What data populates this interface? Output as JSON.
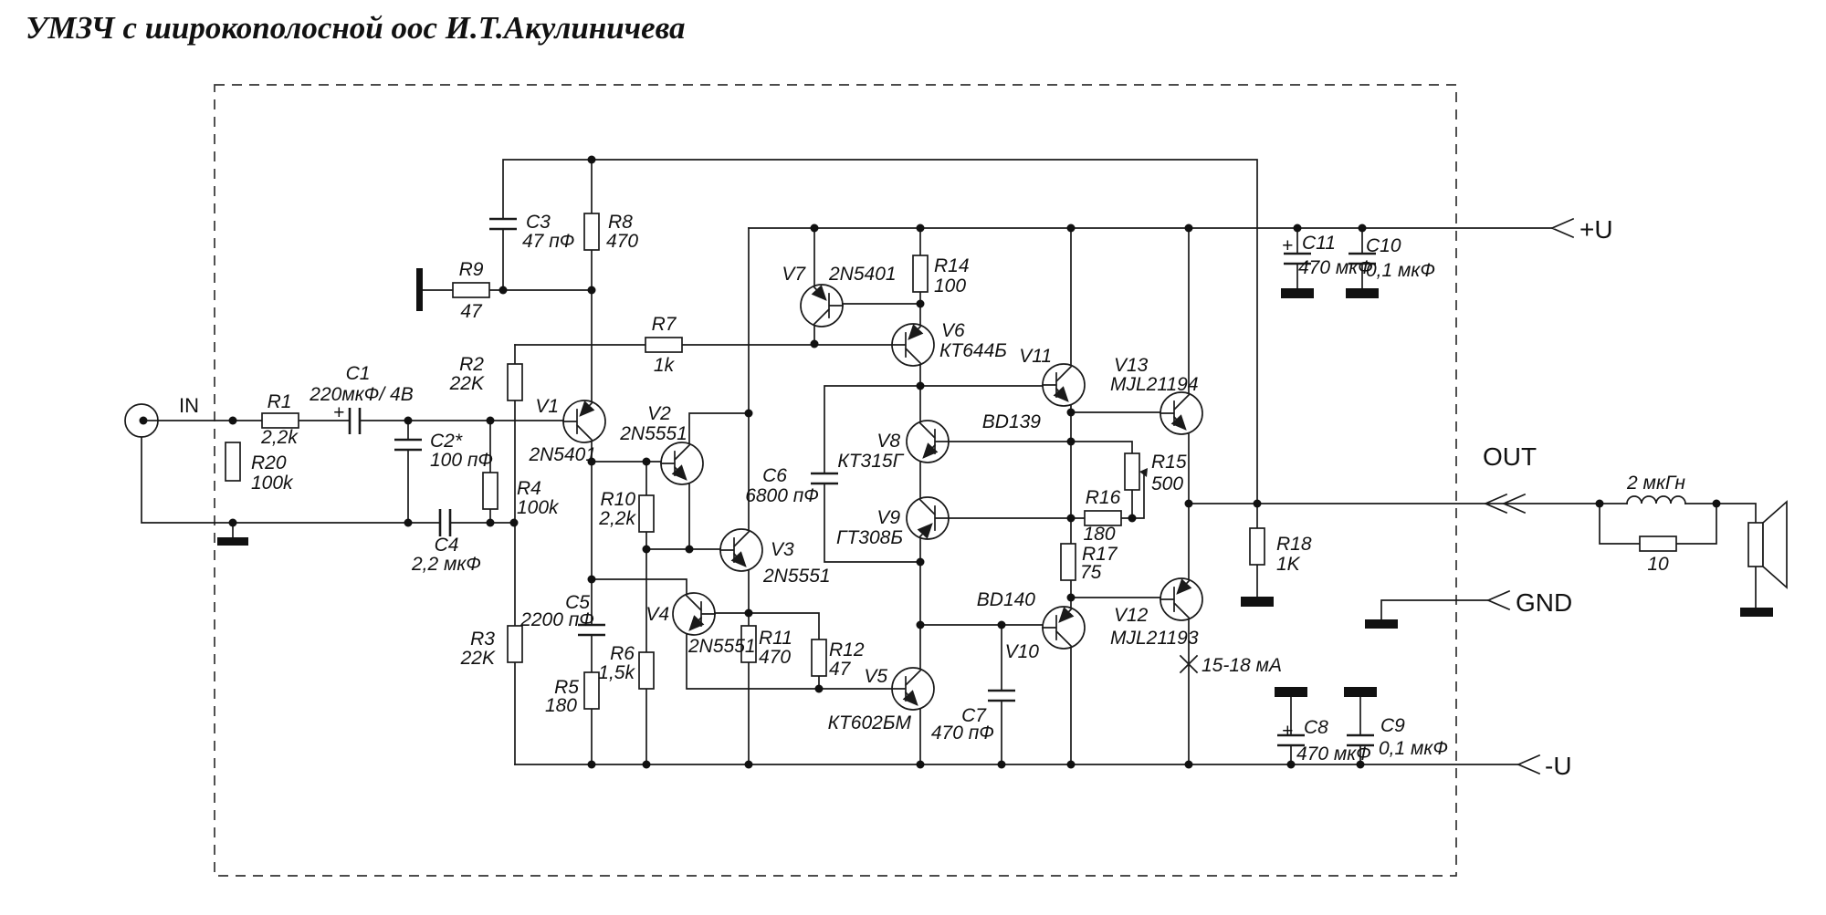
{
  "title": "УМЗЧ с широкополосной оос И.Т.Акулиничева",
  "terminals": {
    "input": "IN",
    "output": "OUT",
    "ground": "GND",
    "positive": "+U",
    "negative": "-U"
  },
  "annotations": {
    "bias_current": "15-18 мА"
  },
  "components": {
    "resistors": [
      {
        "ref": "R1",
        "value": "2,2k"
      },
      {
        "ref": "R2",
        "value": "22K"
      },
      {
        "ref": "R3",
        "value": "22K"
      },
      {
        "ref": "R4",
        "value": "100k"
      },
      {
        "ref": "R5",
        "value": "180"
      },
      {
        "ref": "R6",
        "value": "1,5k"
      },
      {
        "ref": "R7",
        "value": "1k"
      },
      {
        "ref": "R8",
        "value": "470"
      },
      {
        "ref": "R9",
        "value": "47"
      },
      {
        "ref": "R10",
        "value": "2,2k"
      },
      {
        "ref": "R11",
        "value": "470"
      },
      {
        "ref": "R12",
        "value": "47"
      },
      {
        "ref": "R14",
        "value": "100"
      },
      {
        "ref": "R15",
        "value": "500"
      },
      {
        "ref": "R16",
        "value": "180"
      },
      {
        "ref": "R17",
        "value": "75"
      },
      {
        "ref": "R18",
        "value": "1K"
      },
      {
        "ref": "R20",
        "value": "100k"
      }
    ],
    "capacitors": [
      {
        "ref": "C1",
        "value": "220мкФ/ 4В",
        "polarity": "+"
      },
      {
        "ref": "C2*",
        "value": "100 пФ"
      },
      {
        "ref": "C3",
        "value": "47 пФ"
      },
      {
        "ref": "C4",
        "value": "2,2 мкФ"
      },
      {
        "ref": "C5",
        "value": "2200 пФ"
      },
      {
        "ref": "C6",
        "value": "6800 пФ"
      },
      {
        "ref": "C7",
        "value": "470 пФ"
      },
      {
        "ref": "C8",
        "value": "470 мкФ",
        "polarity": "+"
      },
      {
        "ref": "C9",
        "value": "0,1 мкФ"
      },
      {
        "ref": "C10",
        "value": "0,1 мкФ"
      },
      {
        "ref": "C11",
        "value": "470 мкФ",
        "polarity": "+"
      }
    ],
    "transistors": [
      {
        "ref": "V1",
        "part": "2N5401"
      },
      {
        "ref": "V2",
        "part": "2N5551"
      },
      {
        "ref": "V3",
        "part": "2N5551"
      },
      {
        "ref": "V4",
        "part": "2N5551"
      },
      {
        "ref": "V5",
        "part": "КТ602БМ"
      },
      {
        "ref": "V6",
        "part": "КТ644Б"
      },
      {
        "ref": "V7",
        "part": "2N5401"
      },
      {
        "ref": "V8",
        "part": "КТ315Г"
      },
      {
        "ref": "V9",
        "part": "ГТ308Б"
      },
      {
        "ref": "V10",
        "part": "BD140"
      },
      {
        "ref": "V11",
        "part": "BD139"
      },
      {
        "ref": "V12",
        "part": "MJL21193"
      },
      {
        "ref": "V13",
        "part": "MJL21194"
      }
    ],
    "inductor": {
      "value": "2 мкГн"
    },
    "output_resistor": {
      "value": "10"
    }
  },
  "colors": {
    "ink": "#1a1a1a",
    "background": "#ffffff"
  }
}
